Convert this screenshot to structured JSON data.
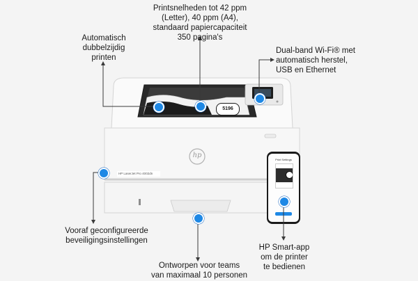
{
  "callouts": {
    "print_speed": [
      "Printsnelheden tot 42 ppm",
      "(Letter), 40 ppm (A4),",
      "standaard papiercapaciteit",
      "350 pagina's"
    ],
    "duplex": [
      "Automatisch",
      "dubbelzijdig",
      "printen"
    ],
    "connectivity": [
      "Dual-band Wi-Fi® met",
      "automatisch herstel,",
      "USB en Ethernet"
    ],
    "security": [
      "Vooraf geconfigureerde",
      "beveiligingsinstellingen"
    ],
    "teams": [
      "Ontworpen voor teams",
      "van maximaal 10 personen"
    ],
    "app": [
      "HP Smart-app",
      "om de printer",
      "te bedienen"
    ]
  },
  "printer": {
    "model_label": "HP LaserJet Pro 4002dn",
    "logo_text": "hp",
    "paper_label": "5196"
  },
  "phone": {
    "header_text": "Print Settings"
  },
  "colors": {
    "accent": "#1e88e5",
    "background": "#f4f4f4"
  },
  "icons": {
    "brand_logo": "hp-logo-icon",
    "callout_marker": "blue-dot-marker-icon"
  }
}
